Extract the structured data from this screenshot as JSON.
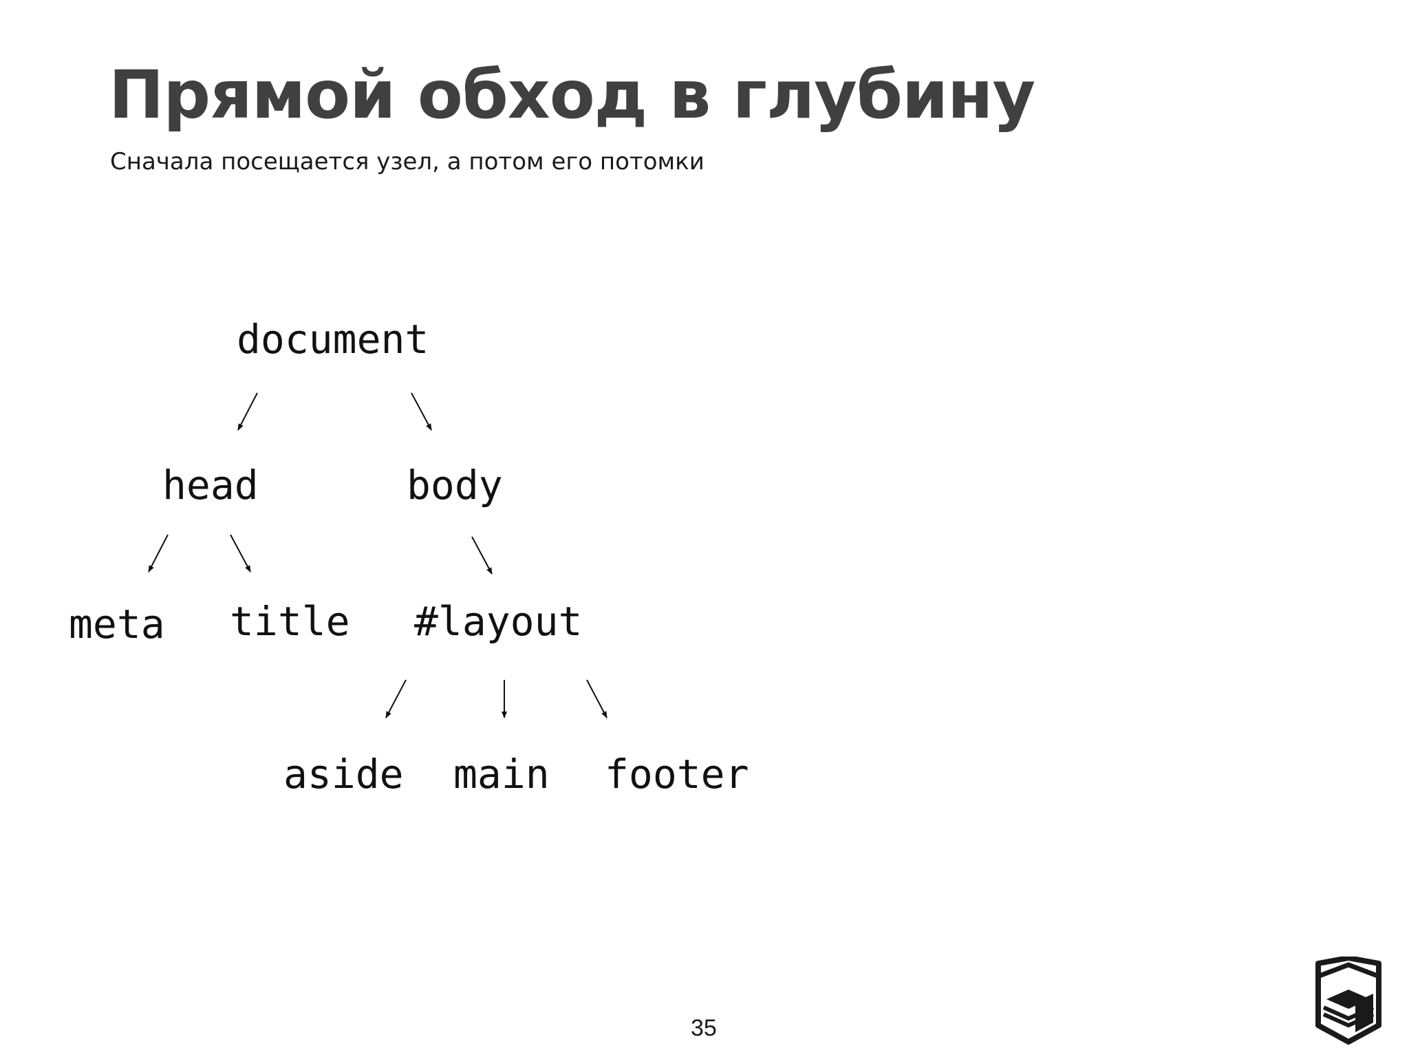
{
  "slide": {
    "title": "Прямой обход в глубину",
    "subtitle": "Сначала посещается узел, а потом его потомки",
    "page_number": "35"
  },
  "tree": {
    "nodes": {
      "document": "document",
      "head": "head",
      "body": "body",
      "meta": "meta",
      "title": "title",
      "layout": "#layout",
      "aside": "aside",
      "main": "main",
      "footer": "footer"
    },
    "edges": [
      [
        "document",
        "head"
      ],
      [
        "document",
        "body"
      ],
      [
        "head",
        "meta"
      ],
      [
        "head",
        "title"
      ],
      [
        "body",
        "layout"
      ],
      [
        "layout",
        "aside"
      ],
      [
        "layout",
        "main"
      ],
      [
        "layout",
        "footer"
      ]
    ]
  },
  "logo": {
    "icon": "stacked-cubes-shield-logo",
    "color": "#1a1a1a"
  }
}
